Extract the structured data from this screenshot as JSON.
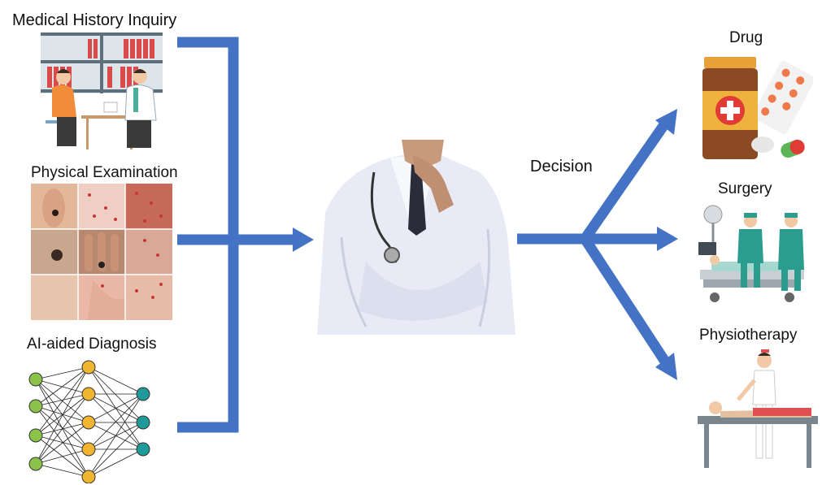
{
  "inputs": {
    "history": "Medical History Inquiry",
    "exam": "Physical Examination",
    "ai": "AI-aided Diagnosis"
  },
  "decision_label": "Decision",
  "outputs": {
    "drug": "Drug",
    "surgery": "Surgery",
    "physio": "Physiotherapy"
  },
  "colors": {
    "arrow": "#4472C4",
    "nn_input": "#8BC34A",
    "nn_hidden": "#F2B530",
    "nn_output": "#1E9A9A",
    "coat": "#E8EBF5"
  },
  "icons": {
    "history": "doctor-consultation-illustration",
    "exam": "skin-lesion-photos",
    "ai": "neural-network-icon",
    "doctor": "thinking-doctor-photo",
    "drug": "medicine-bottle-icon",
    "surgery": "surgeons-operating-icon",
    "physio": "massage-therapy-icon"
  }
}
